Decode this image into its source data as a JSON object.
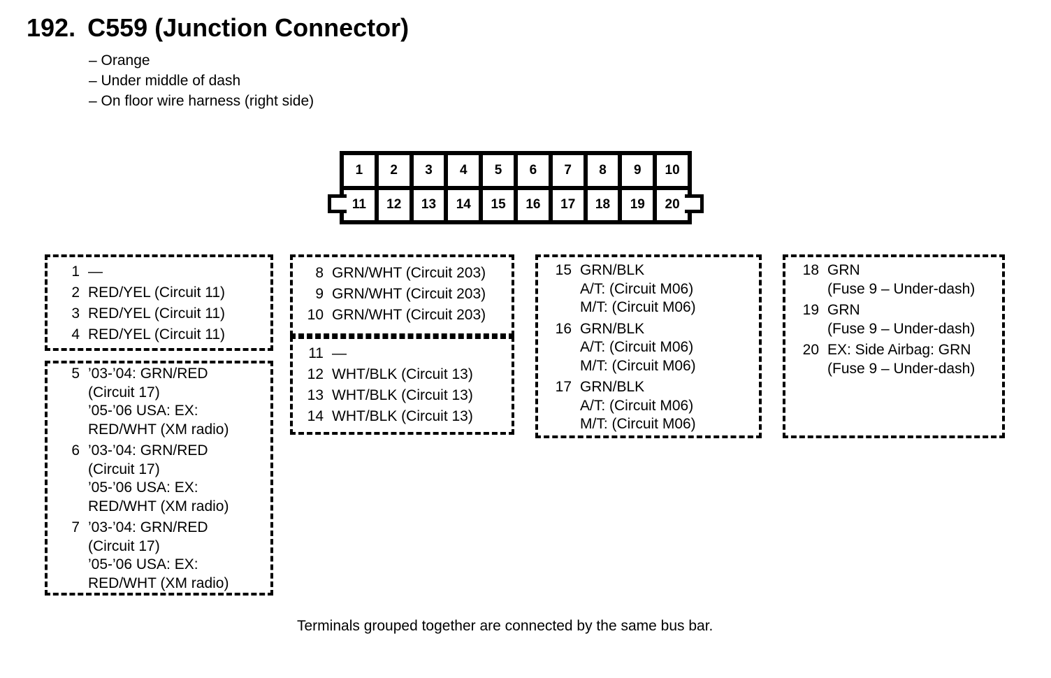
{
  "header": {
    "number": "192.",
    "title": "C559 (Junction Connector)",
    "notes": [
      "– Orange",
      "– Under middle of dash",
      "– On floor wire harness (right side)"
    ]
  },
  "connector": {
    "top_row": [
      "1",
      "2",
      "3",
      "4",
      "5",
      "6",
      "7",
      "8",
      "9",
      "10"
    ],
    "bottom_row": [
      "11",
      "12",
      "13",
      "14",
      "15",
      "16",
      "17",
      "18",
      "19",
      "20"
    ]
  },
  "groups": [
    {
      "pins": [
        {
          "num": "1",
          "lines": [
            "—"
          ]
        },
        {
          "num": "2",
          "lines": [
            "RED/YEL (Circuit 11)"
          ]
        },
        {
          "num": "3",
          "lines": [
            "RED/YEL (Circuit 11)"
          ]
        },
        {
          "num": "4",
          "lines": [
            "RED/YEL (Circuit 11)"
          ]
        }
      ]
    },
    {
      "pins": [
        {
          "num": "5",
          "lines": [
            "’03-’04: GRN/RED",
            "(Circuit 17)",
            "’05-’06 USA: EX:",
            "RED/WHT (XM radio)"
          ]
        },
        {
          "num": "6",
          "lines": [
            "’03-’04: GRN/RED",
            "(Circuit 17)",
            "’05-’06 USA: EX:",
            "RED/WHT (XM radio)"
          ]
        },
        {
          "num": "7",
          "lines": [
            "’03-’04: GRN/RED",
            "(Circuit 17)",
            "’05-’06 USA: EX:",
            "RED/WHT (XM radio)"
          ]
        }
      ]
    },
    {
      "pins": [
        {
          "num": "8",
          "lines": [
            "GRN/WHT (Circuit 203)"
          ]
        },
        {
          "num": "9",
          "lines": [
            "GRN/WHT (Circuit 203)"
          ]
        },
        {
          "num": "10",
          "lines": [
            "GRN/WHT (Circuit 203)"
          ]
        }
      ]
    },
    {
      "pins": [
        {
          "num": "11",
          "lines": [
            "—"
          ]
        },
        {
          "num": "12",
          "lines": [
            "WHT/BLK (Circuit 13)"
          ]
        },
        {
          "num": "13",
          "lines": [
            "WHT/BLK (Circuit 13)"
          ]
        },
        {
          "num": "14",
          "lines": [
            "WHT/BLK (Circuit 13)"
          ]
        }
      ]
    },
    {
      "pins": [
        {
          "num": "15",
          "lines": [
            "GRN/BLK",
            "A/T: (Circuit M06)",
            "M/T: (Circuit M06)"
          ]
        },
        {
          "num": "16",
          "lines": [
            "GRN/BLK",
            "A/T: (Circuit M06)",
            "M/T: (Circuit M06)"
          ]
        },
        {
          "num": "17",
          "lines": [
            "GRN/BLK",
            "A/T: (Circuit M06)",
            "M/T: (Circuit M06)"
          ]
        }
      ]
    },
    {
      "pins": [
        {
          "num": "18",
          "lines": [
            "GRN",
            "(Fuse 9 – Under-dash)"
          ]
        },
        {
          "num": "19",
          "lines": [
            "GRN",
            "(Fuse 9 – Under-dash)"
          ]
        },
        {
          "num": "20",
          "lines": [
            "EX: Side Airbag: GRN",
            "(Fuse 9 – Under-dash)"
          ]
        }
      ]
    }
  ],
  "caption": "Terminals grouped together are connected by the same bus bar."
}
